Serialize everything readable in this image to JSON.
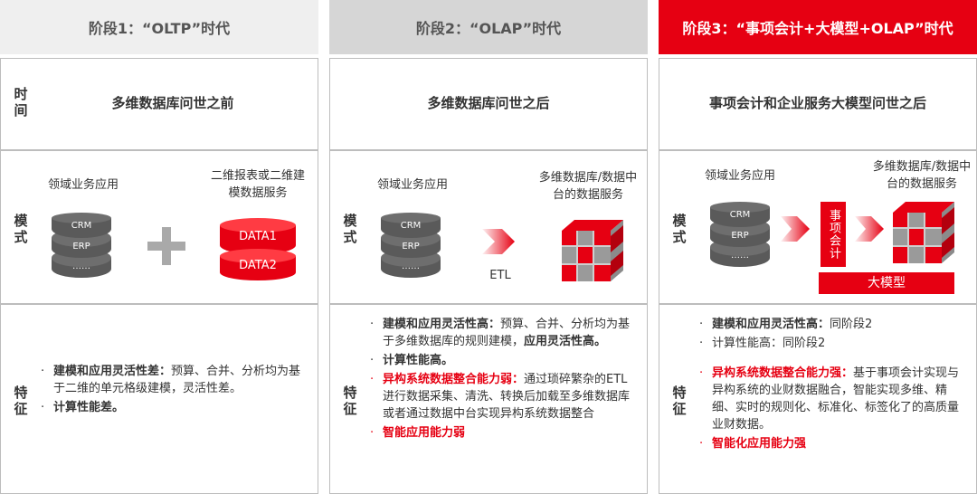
{
  "colors": {
    "red": "#e60012",
    "dark_gray": "#5a5a5a",
    "light_gray": "#efefef",
    "mid_gray": "#d6d6d6"
  },
  "row_labels": {
    "time": "时间",
    "mode": "模式",
    "feature": "特征"
  },
  "stages": [
    {
      "header": "阶段1：“OLTP”时代",
      "time": "多维数据库问世之前",
      "mode": {
        "left_label": "领域业务应用",
        "db": [
          "CRM",
          "ERP",
          "……"
        ],
        "right_label": "二维报表或二维建模数据服务",
        "data": [
          "DATA1",
          "DATA2"
        ],
        "connector_icon": "plus-icon"
      },
      "features": [
        {
          "title": "建模和应用灵活性差：",
          "text": "预算、合并、分析均为基于二维的单元格级建模，灵活性差。"
        },
        {
          "title": "计算性能差。",
          "text": ""
        }
      ]
    },
    {
      "header": "阶段2：“OLAP”时代",
      "time": "多维数据库问世之后",
      "mode": {
        "left_label": "领域业务应用",
        "db": [
          "CRM",
          "ERP",
          "……"
        ],
        "arrow_label": "ETL",
        "right_label": "多维数据库/数据中台的数据服务",
        "connector_icon": "arrow-icon"
      },
      "features": [
        {
          "title": "建模和应用灵活性高：",
          "text": "预算、合并、分析均为基于多维数据库的规则建模，",
          "tail": "应用灵活性高。"
        },
        {
          "title": "计算性能高。",
          "text": ""
        },
        {
          "title": "异构系统数据整合能力弱：",
          "text": "通过琐碎繁杂的ETL进行数据采集、清洗、转换后加载至多维数据库或者通过数据中台实现异构系统数据整合",
          "red": true
        },
        {
          "title": "智能应用能力弱",
          "text": "",
          "red": true
        }
      ]
    },
    {
      "header": "阶段3：“事项会计+大模型+OLAP”时代",
      "time": "事项会计和企业服务大模型问世之后",
      "mode": {
        "left_label": "领域业务应用",
        "db": [
          "CRM",
          "ERP",
          "……"
        ],
        "box_label": "事项会计",
        "right_label": "多维数据库/数据中台的数据服务",
        "bar_label": "大模型",
        "connector_icon": "arrow-icon"
      },
      "features": [
        {
          "title": "建模和应用灵活性高：",
          "text": "同阶段2"
        },
        {
          "title": "",
          "text": "计算性能高：同阶段2"
        },
        {
          "title": "异构系统数据整合能力强：",
          "text": "基于事项会计实现与异构系统的业财数据融合，智能实现多维、精细、实时的规则化、标准化、标签化了的高质量业财数据。",
          "red": true
        },
        {
          "title": "智能化应用能力强",
          "text": "",
          "red": true
        }
      ]
    }
  ]
}
